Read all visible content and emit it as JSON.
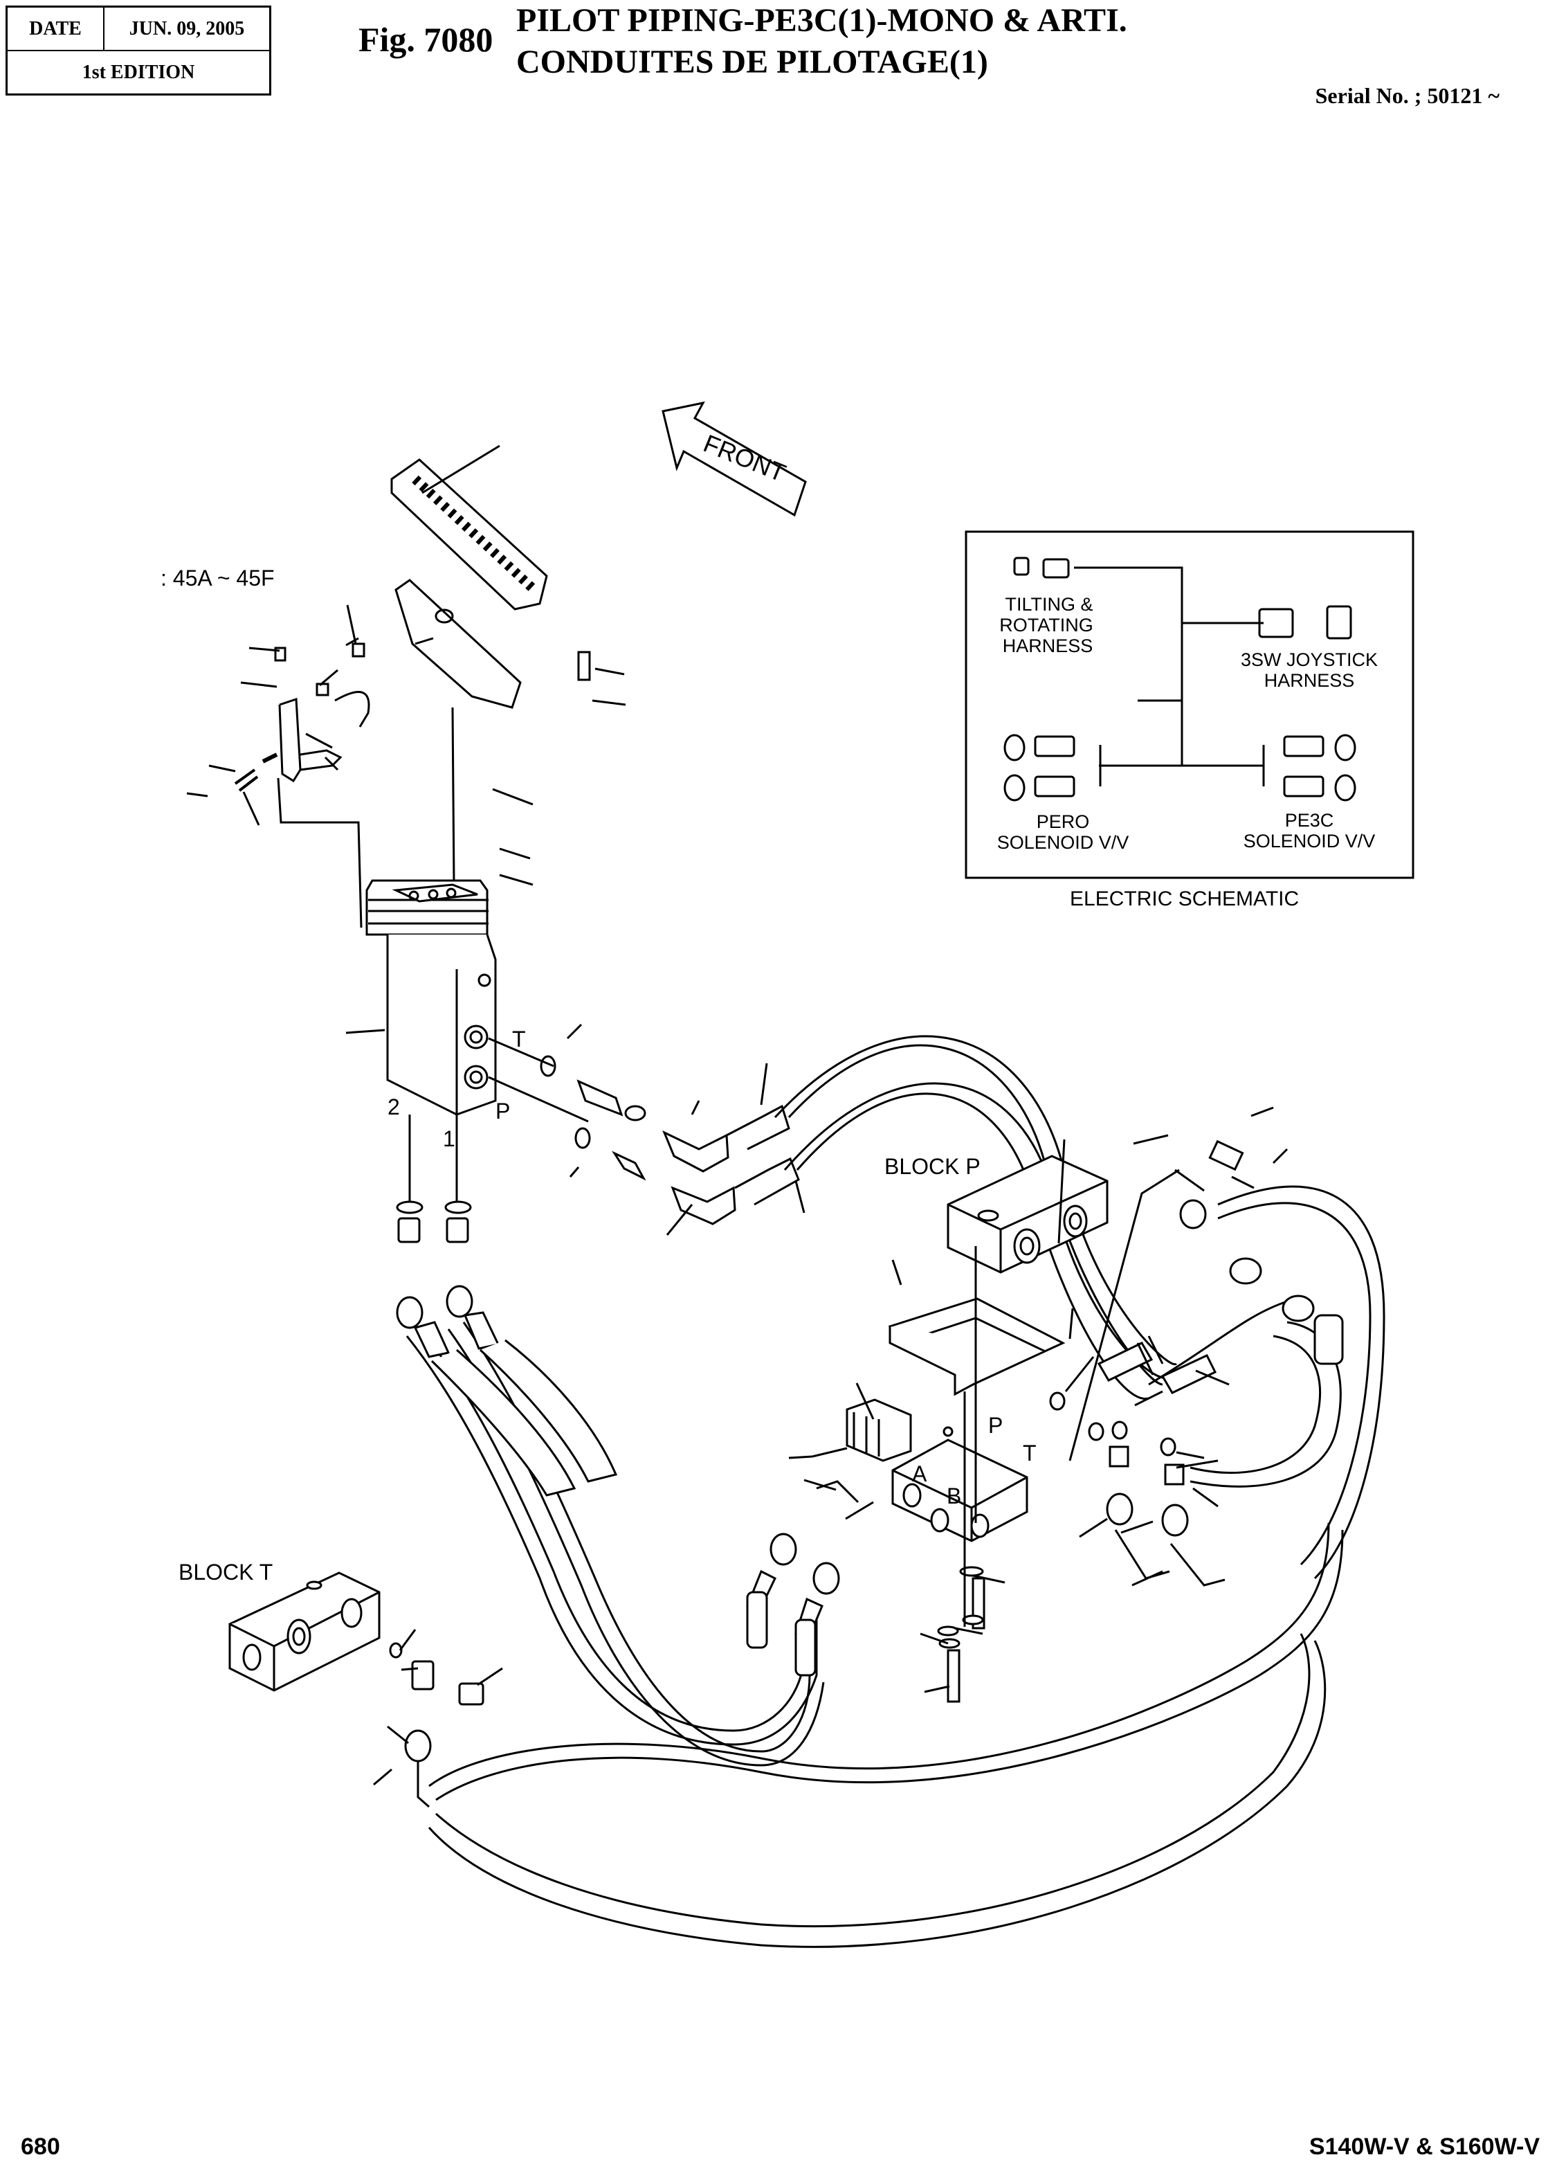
{
  "header": {
    "date_label": "DATE",
    "date_value": "JUN. 09, 2005",
    "edition": "1st EDITION",
    "fig_label": "Fig. 7080",
    "title_line1": "PILOT PIPING-PE3C(1)-MONO & ARTI.",
    "title_line2": "CONDUITES DE PILOTAGE(1)",
    "serial": "Serial No. ; 50121 ~"
  },
  "diagram": {
    "front_arrow": "FRONT",
    "part_range": ": 45A ~ 45F",
    "port_T": "T",
    "port_P": "P",
    "port_1": "1",
    "port_2": "2",
    "block_p": "BLOCK  P",
    "block_t": "BLOCK  T",
    "valve_P": "P",
    "valve_T": "T",
    "valve_A": "A",
    "valve_B": "B"
  },
  "schematic": {
    "title": "ELECTRIC SCHEMATIC",
    "tilting_line1": "TILTING &",
    "tilting_line2": "ROTATING",
    "tilting_line3": "HARNESS",
    "joystick_line1": "3SW JOYSTICK",
    "joystick_line2": "HARNESS",
    "pero_line1": "PERO",
    "pero_line2": "SOLENOID V/V",
    "pe3c_line1": "PE3C",
    "pe3c_line2": "SOLENOID V/V"
  },
  "footer": {
    "page": "680",
    "model": "S140W-V & S160W-V"
  }
}
